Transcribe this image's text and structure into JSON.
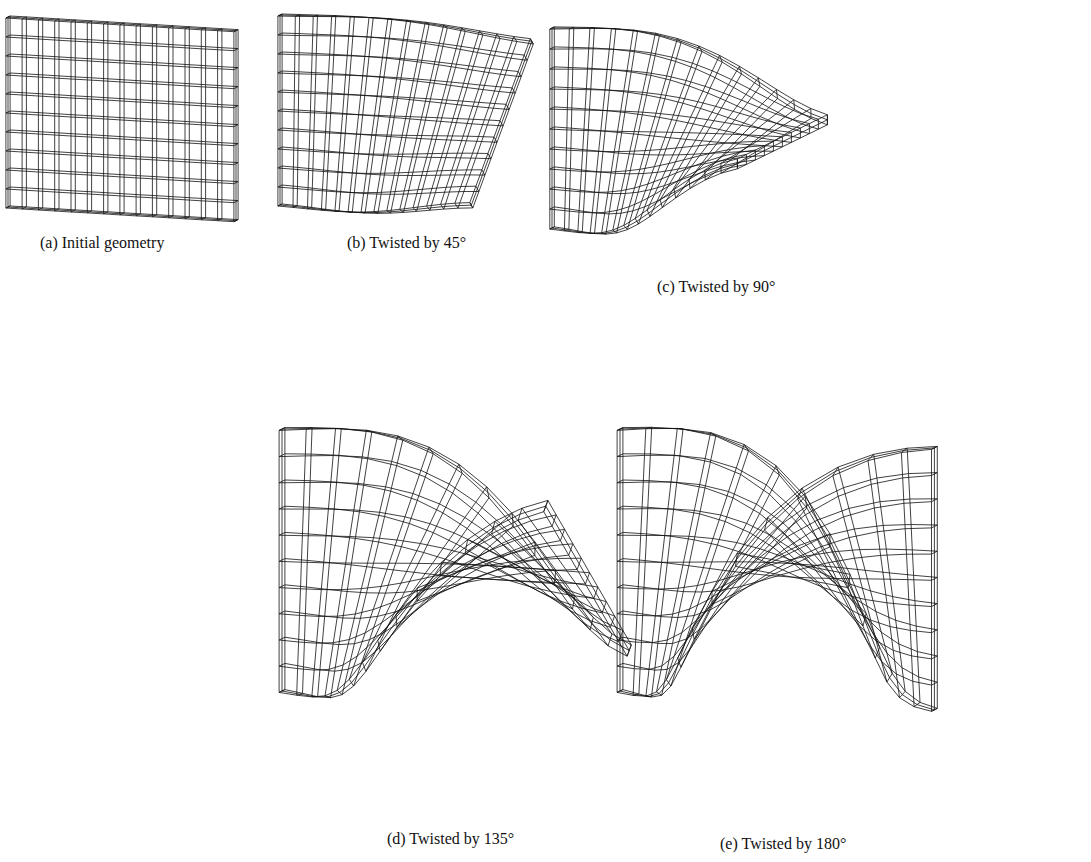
{
  "diagram": {
    "labels": [
      "(a) Initial geometry",
      "(b) Twisted by 45°",
      "(c) Twisted by 90°",
      "(d) Twisted by 135°",
      "(e) Twisted by 180°"
    ]
  }
}
